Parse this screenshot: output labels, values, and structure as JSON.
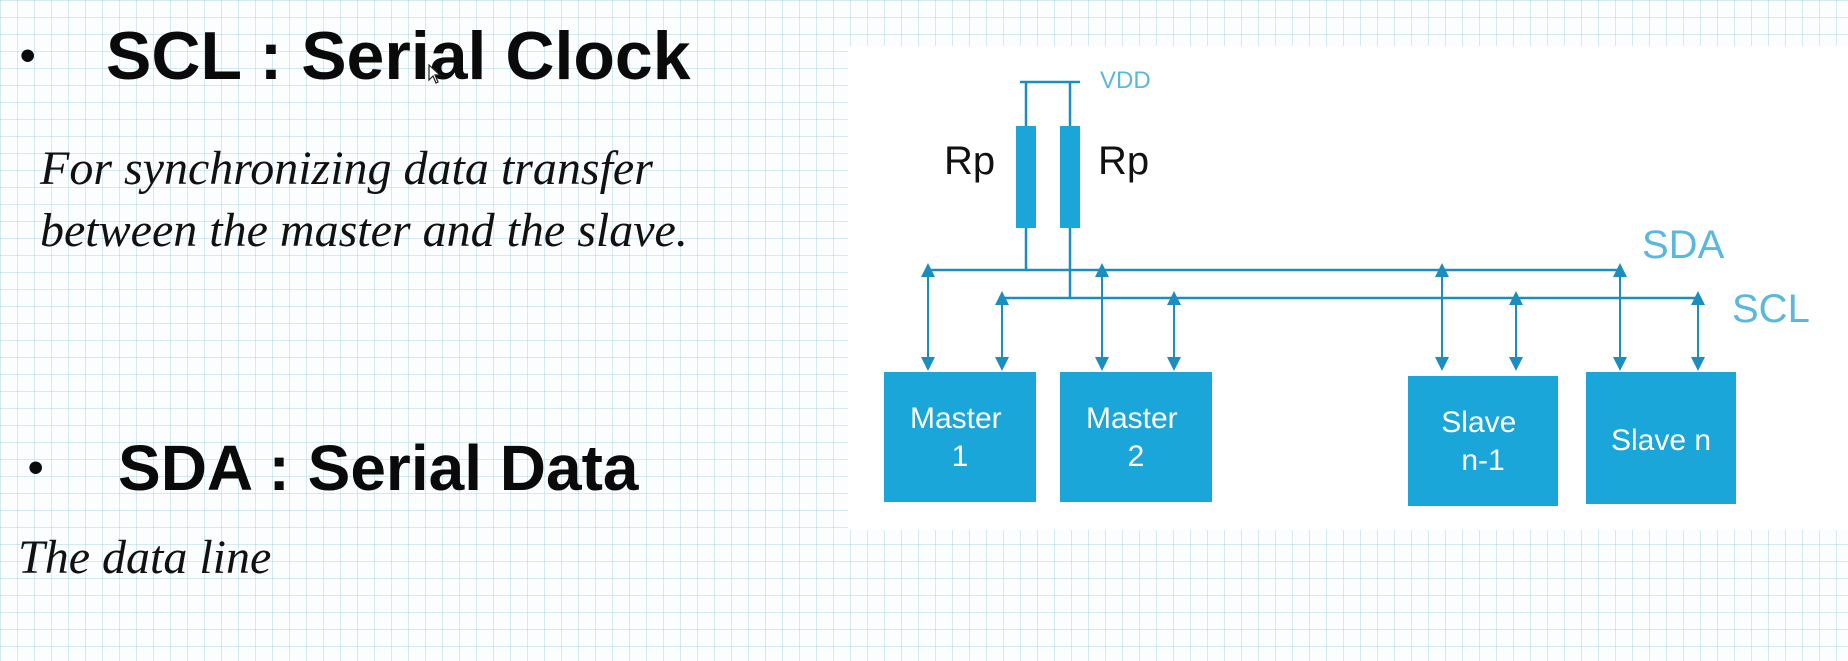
{
  "bullets": {
    "symbol": "•",
    "scl": {
      "heading": "SCL : Serial Clock",
      "description_lines": [
        "For synchronizing data transfer",
        "between the master and the slave."
      ]
    },
    "sda": {
      "heading": "SDA : Serial Data",
      "description": "The data line"
    }
  },
  "diagram": {
    "supply_label": "VDD",
    "resistor_labels": [
      "Rp",
      "Rp"
    ],
    "line_labels": {
      "sda": "SDA",
      "scl": "SCL"
    },
    "devices": [
      {
        "lines": [
          "Master",
          "1"
        ]
      },
      {
        "lines": [
          "Master",
          "2"
        ]
      },
      {
        "lines": [
          "Slave",
          "n-1"
        ]
      },
      {
        "lines": [
          "Slave n"
        ]
      }
    ],
    "colors": {
      "accent": "#1aa6d9",
      "line": "#1a8fbf",
      "label": "#5ab8dc",
      "text_dark": "#111111",
      "box_text": "#ffffff"
    }
  }
}
